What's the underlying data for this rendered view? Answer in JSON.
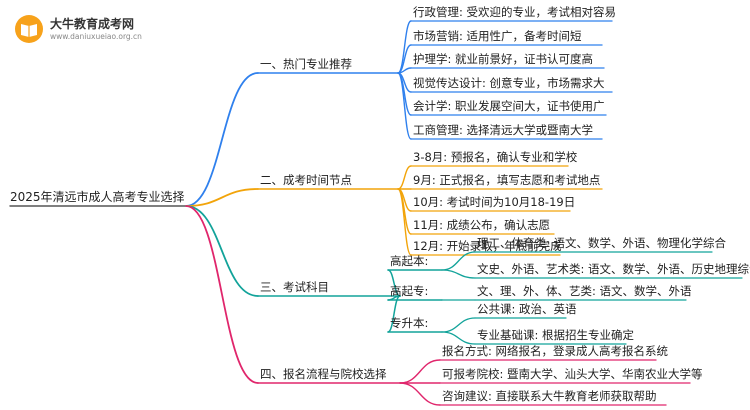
{
  "logo": {
    "title": "大牛教育成考网",
    "url": "www.daniuxueiao.org.cn"
  },
  "root": {
    "label": "2025年清远市成人高考专业选择"
  },
  "colors": {
    "b1": "#2f80ed",
    "b2": "#f2a40a",
    "b3": "#12a39a",
    "b4": "#e0266c"
  },
  "branches": [
    {
      "label": "一、热门专业推荐",
      "leaves": [
        "行政管理: 受欢迎的专业，考试相对容易",
        "市场营销: 适用性广，备考时间短",
        "护理学: 就业前景好，证书认可度高",
        "视觉传达设计: 创意专业，市场需求大",
        "会计学: 职业发展空间大，证书使用广",
        "工商管理: 选择清远大学或暨南大学"
      ]
    },
    {
      "label": "二、成考时间节点",
      "leaves": [
        "3-8月: 预报名，确认专业和学校",
        "9月: 正式报名，填写志愿和考试地点",
        "10月: 考试时间为10月18-19日",
        "11月: 成绩公布，确认志愿",
        "12月: 开始录取，年底前完成"
      ]
    },
    {
      "label": "三、考试科目",
      "subs": [
        {
          "label": "高起本:",
          "leaves": [
            "理工、体育类: 语文、数学、外语、物理化学综合",
            "文史、外语、艺术类: 语文、数学、外语、历史地理综合"
          ]
        },
        {
          "label": "高起专:",
          "leaves": [
            "文、理、外、体、艺类: 语文、数学、外语"
          ]
        },
        {
          "label": "专升本:",
          "leaves": [
            "公共课: 政治、英语",
            "专业基础课: 根据招生专业确定"
          ]
        }
      ]
    },
    {
      "label": "四、报名流程与院校选择",
      "leaves": [
        "报名方式: 网络报名，登录成人高考报名系统",
        "可报考院校: 暨南大学、汕头大学、华南农业大学等",
        "咨询建议: 直接联系大牛教育老师获取帮助"
      ]
    }
  ]
}
